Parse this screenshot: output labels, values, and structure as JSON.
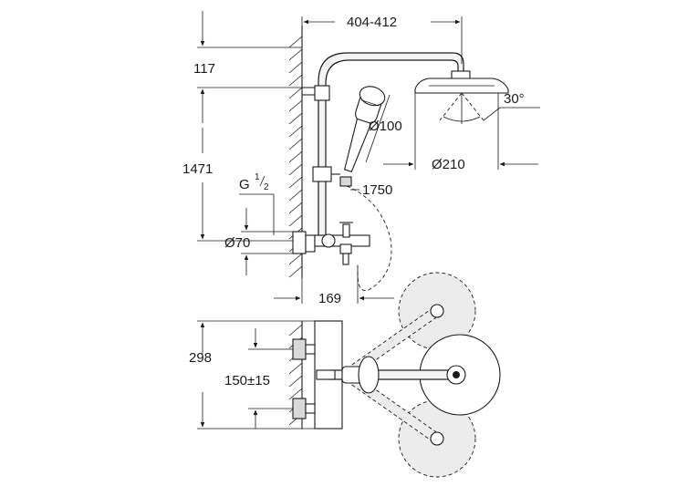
{
  "dimensions": {
    "head_offset": "404-412",
    "top_gap": "117",
    "pipe_height": "1471",
    "thread_label": "G",
    "thread_num": "1",
    "thread_den": "2",
    "outlet_diameter": "Ø70",
    "hand_shower_diameter": "Ø100",
    "spray_angle": "30°",
    "head_diameter": "Ø210",
    "hose_length": "1750",
    "spout_projection": "169",
    "mixer_height": "298",
    "connection_spacing": "150±15"
  }
}
